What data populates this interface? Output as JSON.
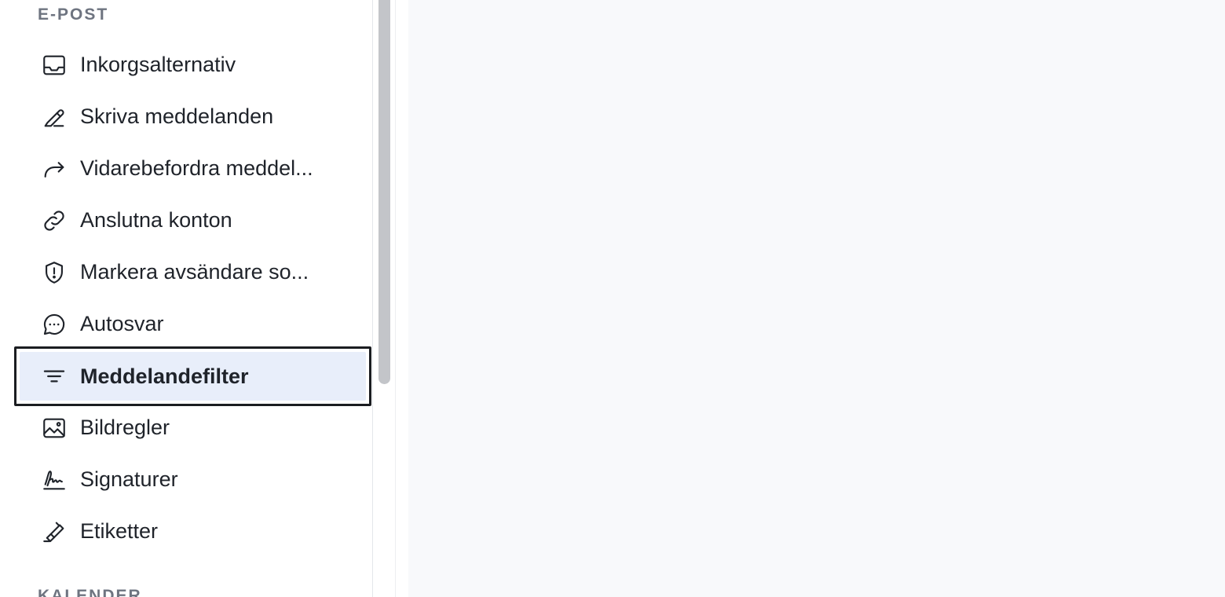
{
  "sidebar": {
    "email_heading": "E-POST",
    "calendar_heading": "KALENDER",
    "items": [
      {
        "label": "Inkorgsalternativ",
        "icon": "inbox-icon"
      },
      {
        "label": "Skriva meddelanden",
        "icon": "pencil-icon"
      },
      {
        "label": "Vidarebefordra meddel...",
        "icon": "forward-arrow-icon"
      },
      {
        "label": "Anslutna konton",
        "icon": "link-icon"
      },
      {
        "label": "Markera avsändare so...",
        "icon": "shield-alert-icon"
      },
      {
        "label": "Autosvar",
        "icon": "chat-bubble-icon"
      },
      {
        "label": "Meddelandefilter",
        "icon": "filter-icon",
        "selected": true
      },
      {
        "label": "Bildregler",
        "icon": "image-icon"
      },
      {
        "label": "Signaturer",
        "icon": "signature-icon"
      },
      {
        "label": "Etiketter",
        "icon": "highlighter-icon"
      }
    ]
  },
  "colors": {
    "selected_background": "#e8eefa",
    "selected_border": "#1b1d21",
    "heading_text": "#6e7480",
    "item_text": "#1f232a",
    "content_background": "#f8f9fb",
    "scrollbar_thumb": "#c3c5c9"
  }
}
